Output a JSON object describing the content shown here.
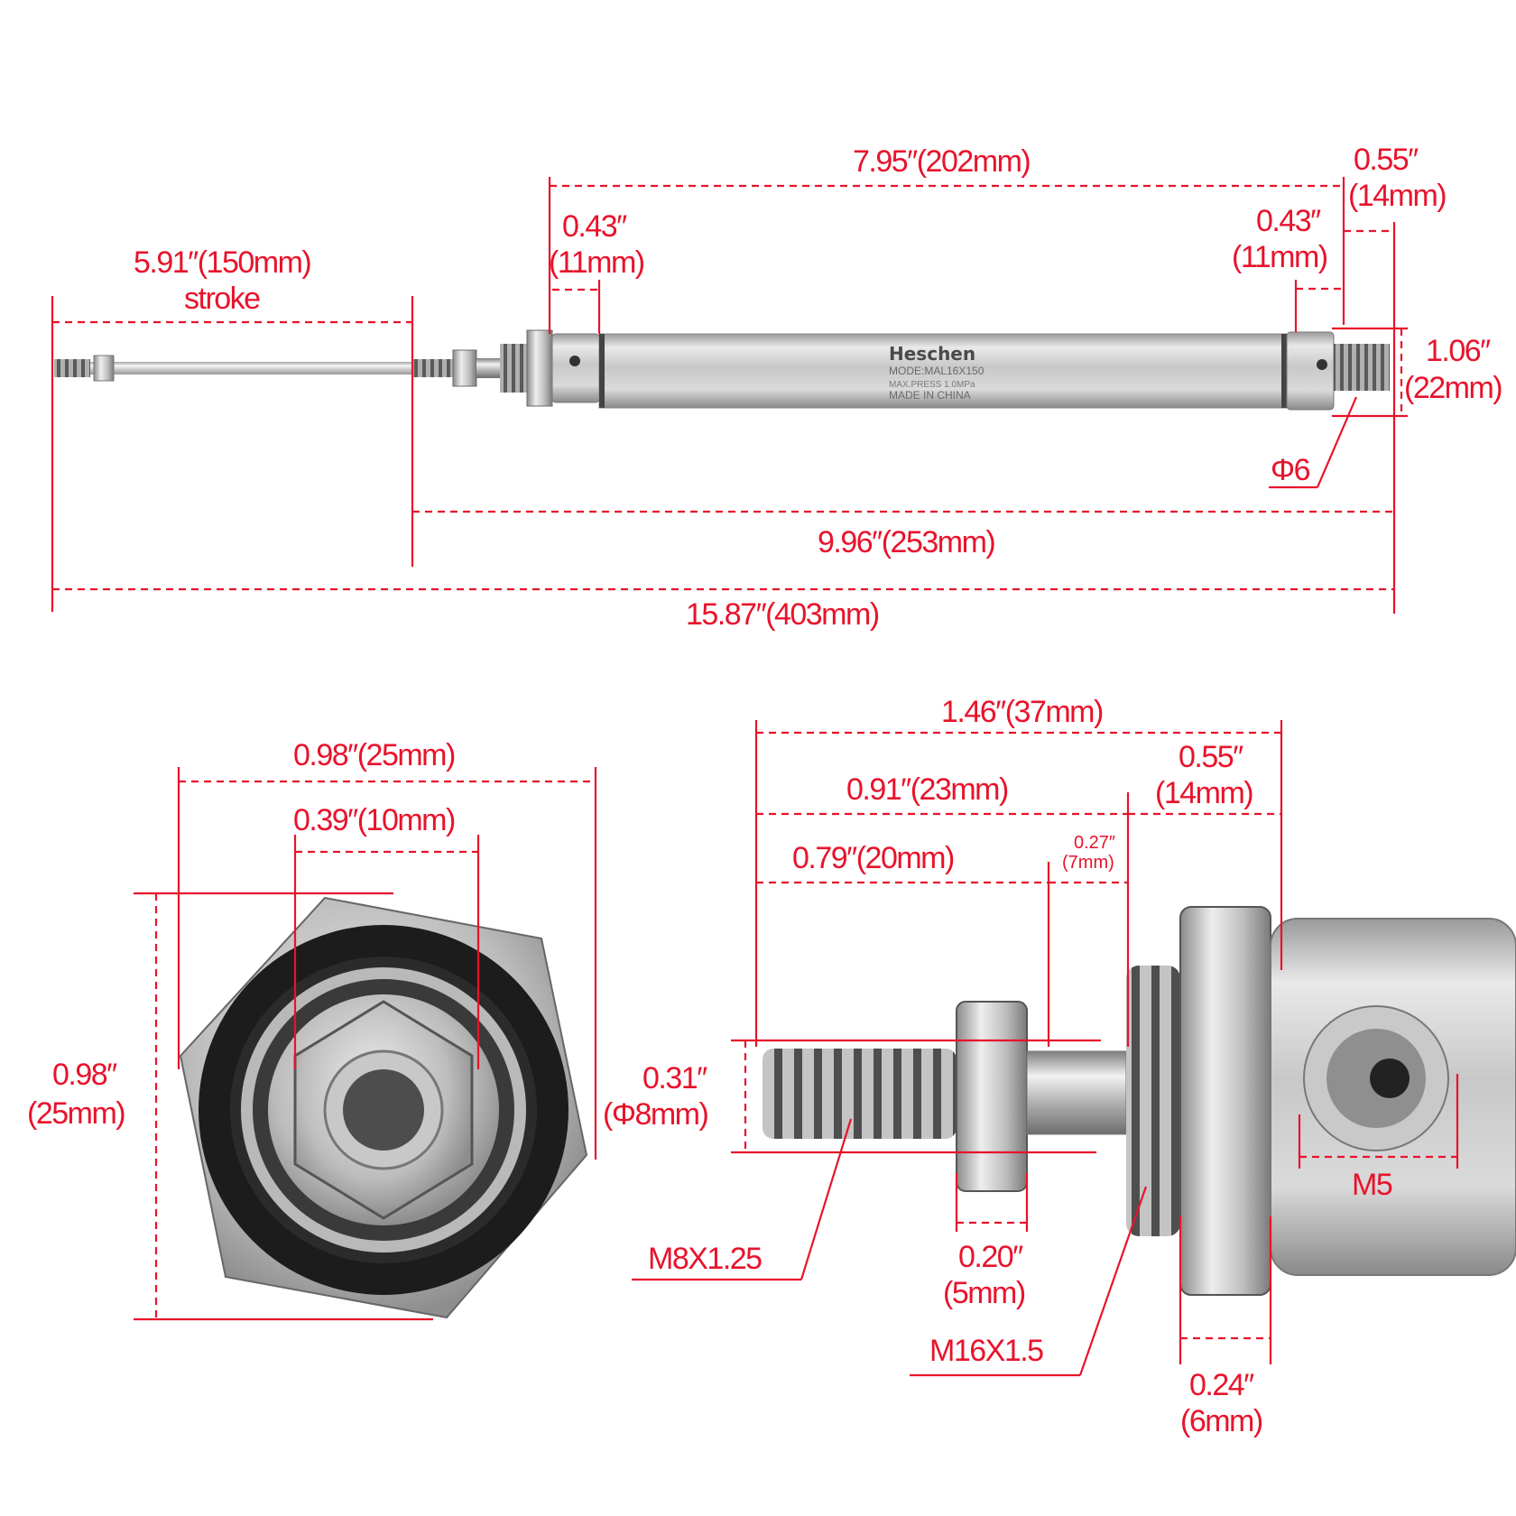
{
  "colors": {
    "dimension": "#e8132b",
    "metal_light": "#e6e6e6",
    "metal_dark": "#8c8c8c",
    "seal": "#1c1c1c"
  },
  "cylinder_marking": {
    "brand": "Heschen",
    "model": "MODE:MAL16X150",
    "pressure": "MAX.PRESS    1.0MPa",
    "origin": "MADE IN CHINA"
  },
  "top_view": {
    "stroke_dim": "5.91″(150mm)",
    "stroke_word": "stroke",
    "body_length": "7.95″(202mm)",
    "front_cap_in": "0.43″",
    "front_cap_mm": "(11mm)",
    "rear_cap_in": "0.43″",
    "rear_cap_mm": "(11mm)",
    "rear_port_in": "0.55″",
    "rear_port_mm": "(14mm)",
    "diameter_in": "1.06″",
    "diameter_mm": "(22mm)",
    "port_bore": "Φ6",
    "retracted_length": "9.96″(253mm)",
    "extended_length": "15.87″(403mm)"
  },
  "end_view": {
    "across_flats": "0.98″(25mm)",
    "nut_width": "0.39″(10mm)",
    "height_in": "0.98″",
    "height_mm": "(25mm)"
  },
  "side_view": {
    "total": "1.46″(37mm)",
    "thread_length": "0.91″(23mm)",
    "cap_in": "0.55″",
    "cap_mm": "(14mm)",
    "rod_length": "0.79″(20mm)",
    "neck_in": "0.27″",
    "neck_mm": "(7mm)",
    "rod_dia_in": "0.31″",
    "rod_dia_mm": "(Φ8mm)",
    "rod_thread": "M8X1.25",
    "nut_in": "0.20″",
    "nut_mm": "(5mm)",
    "mount_thread": "M16X1.5",
    "port_thread": "M5",
    "hex_in": "0.24″",
    "hex_mm": "(6mm)"
  }
}
